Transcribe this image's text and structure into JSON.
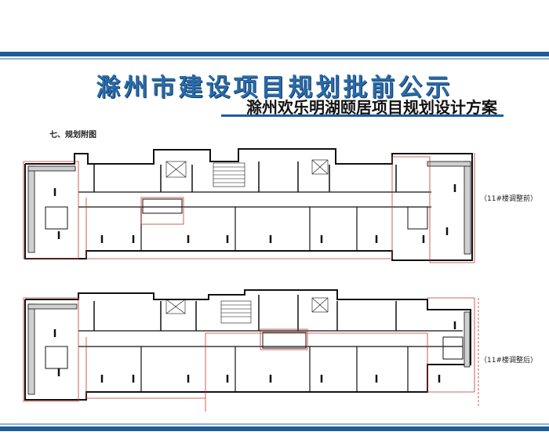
{
  "header": {
    "main_title": "滁州市建设项目规划批前公示",
    "subtitle": "滁州欢乐明湖颐居项目规划设计方案"
  },
  "section": {
    "title": "七、规划附图"
  },
  "plans": {
    "before_label": "（11#楼调整前）",
    "after_label": "（11#楼调整后）"
  },
  "colors": {
    "band": "#1f5c98",
    "title": "#2a6aa8",
    "wall": "#111111",
    "revision": "#c0392b"
  }
}
